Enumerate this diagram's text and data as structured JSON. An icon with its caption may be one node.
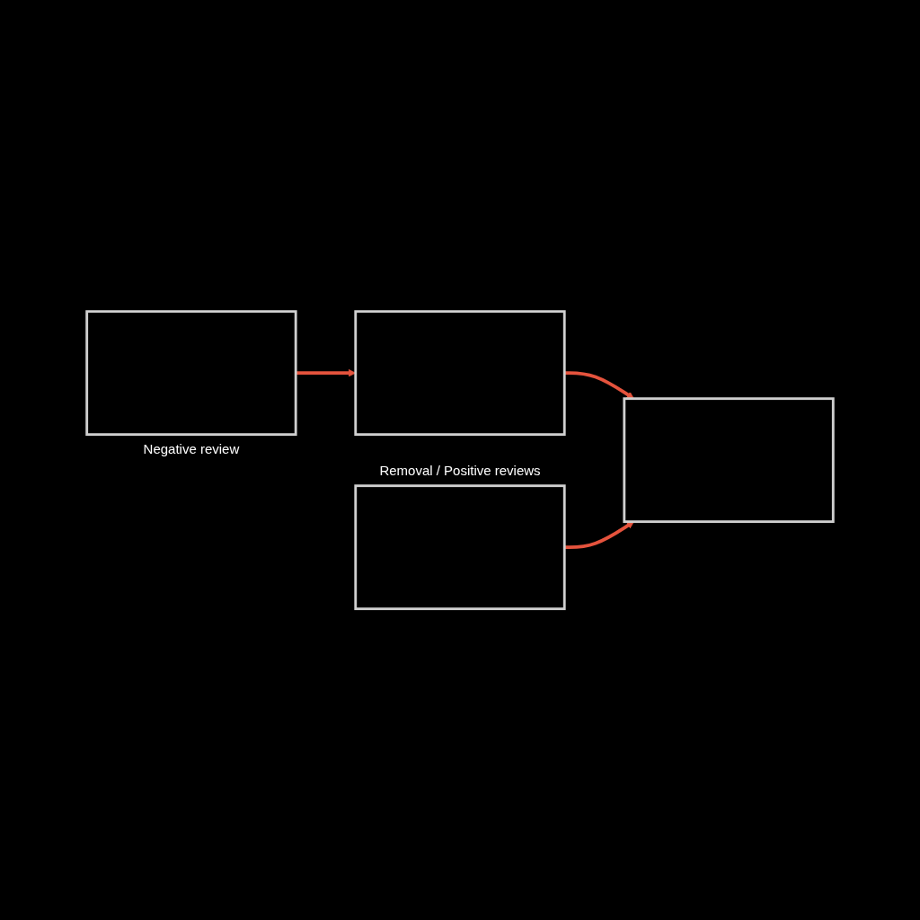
{
  "diagram": {
    "nodes": [
      {
        "text": [],
        "shape": "box",
        "beside": [
          "Negative review"
        ]
      },
      {
        "text": [],
        "shape": "box"
      },
      {
        "text": [],
        "shape": "box"
      },
      {
        "text": [],
        "shape": "box",
        "beside": [
          "Removal / Positive reviews"
        ]
      }
    ],
    "edges": [
      {
        "from": 0,
        "to": 1,
        "arrow": "to"
      },
      {
        "from": 1,
        "to": 2,
        "arrow": "to"
      },
      {
        "from": 3,
        "to": 2,
        "arrow": "to"
      }
    ]
  }
}
